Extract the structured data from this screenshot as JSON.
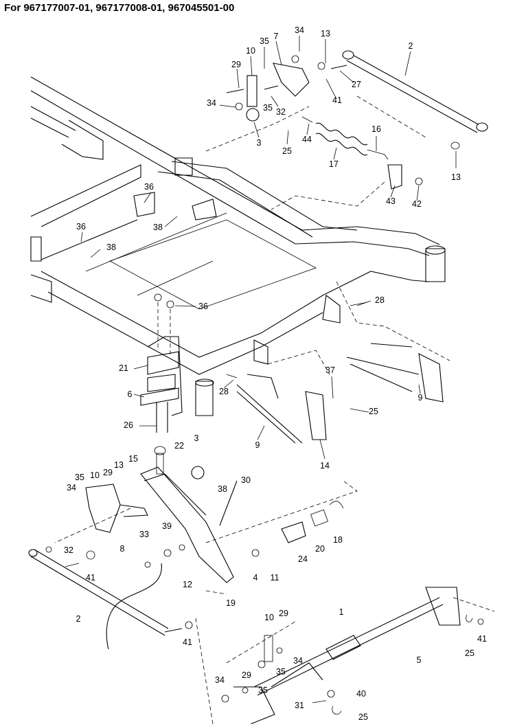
{
  "title": "For 967177007-01, 967177008-01, 967045501-00",
  "callouts": [
    {
      "id": "c-34-a",
      "label": "34"
    },
    {
      "id": "c-13-a",
      "label": "13"
    },
    {
      "id": "c-2-a",
      "label": "2"
    },
    {
      "id": "c-35-a",
      "label": "35"
    },
    {
      "id": "c-7",
      "label": "7"
    },
    {
      "id": "c-10-a",
      "label": "10"
    },
    {
      "id": "c-29-a",
      "label": "29"
    },
    {
      "id": "c-27",
      "label": "27"
    },
    {
      "id": "c-41-a",
      "label": "41"
    },
    {
      "id": "c-34-b",
      "label": "34"
    },
    {
      "id": "c-32-a",
      "label": "32"
    },
    {
      "id": "c-35-b",
      "label": "35"
    },
    {
      "id": "c-3-a",
      "label": "3"
    },
    {
      "id": "c-25-a",
      "label": "25"
    },
    {
      "id": "c-44",
      "label": "44"
    },
    {
      "id": "c-17",
      "label": "17"
    },
    {
      "id": "c-16",
      "label": "16"
    },
    {
      "id": "c-13-b",
      "label": "13"
    },
    {
      "id": "c-43",
      "label": "43"
    },
    {
      "id": "c-42",
      "label": "42"
    },
    {
      "id": "c-36-a",
      "label": "36"
    },
    {
      "id": "c-38-a",
      "label": "38"
    },
    {
      "id": "c-36-b",
      "label": "36"
    },
    {
      "id": "c-38-b",
      "label": "38"
    },
    {
      "id": "c-36-c",
      "label": "36"
    },
    {
      "id": "c-28-a",
      "label": "28"
    },
    {
      "id": "c-21",
      "label": "21"
    },
    {
      "id": "c-6",
      "label": "6"
    },
    {
      "id": "c-26",
      "label": "26"
    },
    {
      "id": "c-28-b",
      "label": "28"
    },
    {
      "id": "c-37",
      "label": "37"
    },
    {
      "id": "c-9-a",
      "label": "9"
    },
    {
      "id": "c-25-b",
      "label": "25"
    },
    {
      "id": "c-9-b",
      "label": "9"
    },
    {
      "id": "c-14",
      "label": "14"
    },
    {
      "id": "c-22",
      "label": "22"
    },
    {
      "id": "c-3-b",
      "label": "3"
    },
    {
      "id": "c-35-c",
      "label": "35"
    },
    {
      "id": "c-10-b",
      "label": "10"
    },
    {
      "id": "c-29-b",
      "label": "29"
    },
    {
      "id": "c-13-c",
      "label": "13"
    },
    {
      "id": "c-15",
      "label": "15"
    },
    {
      "id": "c-34-c",
      "label": "34"
    },
    {
      "id": "c-38-c",
      "label": "38"
    },
    {
      "id": "c-30",
      "label": "30"
    },
    {
      "id": "c-8",
      "label": "8"
    },
    {
      "id": "c-33",
      "label": "33"
    },
    {
      "id": "c-39",
      "label": "39"
    },
    {
      "id": "c-24",
      "label": "24"
    },
    {
      "id": "c-20",
      "label": "20"
    },
    {
      "id": "c-18",
      "label": "18"
    },
    {
      "id": "c-32-b",
      "label": "32"
    },
    {
      "id": "c-41-b",
      "label": "41"
    },
    {
      "id": "c-4",
      "label": "4"
    },
    {
      "id": "c-11",
      "label": "11"
    },
    {
      "id": "c-12",
      "label": "12"
    },
    {
      "id": "c-19",
      "label": "19"
    },
    {
      "id": "c-2-b",
      "label": "2"
    },
    {
      "id": "c-41-c",
      "label": "41"
    },
    {
      "id": "c-10-c",
      "label": "10"
    },
    {
      "id": "c-29-c",
      "label": "29"
    },
    {
      "id": "c-1",
      "label": "1"
    },
    {
      "id": "c-34-d",
      "label": "34"
    },
    {
      "id": "c-29-d",
      "label": "29"
    },
    {
      "id": "c-35-d",
      "label": "35"
    },
    {
      "id": "c-5",
      "label": "5"
    },
    {
      "id": "c-25-c",
      "label": "25"
    },
    {
      "id": "c-41-d",
      "label": "41"
    },
    {
      "id": "c-34-e",
      "label": "34"
    },
    {
      "id": "c-35-e",
      "label": "35"
    },
    {
      "id": "c-40",
      "label": "40"
    },
    {
      "id": "c-31",
      "label": "31"
    },
    {
      "id": "c-25-d",
      "label": "25"
    }
  ]
}
